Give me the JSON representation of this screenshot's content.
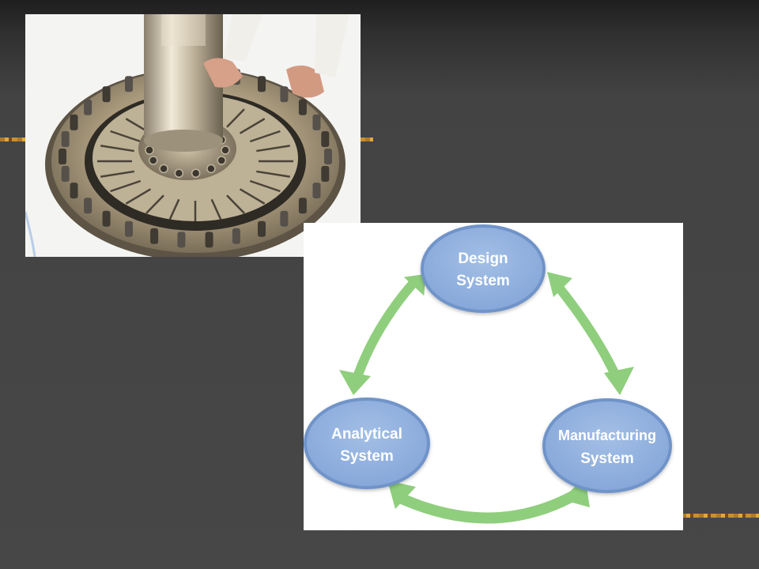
{
  "diagram": {
    "nodes": [
      {
        "id": "design",
        "lines": [
          "Design",
          "System"
        ]
      },
      {
        "id": "analytical",
        "lines": [
          "Analytical",
          "System"
        ]
      },
      {
        "id": "manufacturing",
        "lines": [
          "Manufacturing",
          "System"
        ]
      }
    ],
    "edges": [
      {
        "from": "design",
        "to": "manufacturing",
        "direction": "bidirectional"
      },
      {
        "from": "design",
        "to": "analytical",
        "direction": "bidirectional"
      },
      {
        "from": "analytical",
        "to": "manufacturing",
        "direction": "bidirectional"
      }
    ],
    "colors": {
      "node_fill": "#8eaedd",
      "node_stroke": "#6f94c9",
      "arrow": "#8fce7d",
      "label": "#ffffff"
    }
  },
  "photo": {
    "subject": "turbine-rotor-assembly"
  },
  "slide": {
    "background": "#464646",
    "rule_color": "#c9902f"
  }
}
